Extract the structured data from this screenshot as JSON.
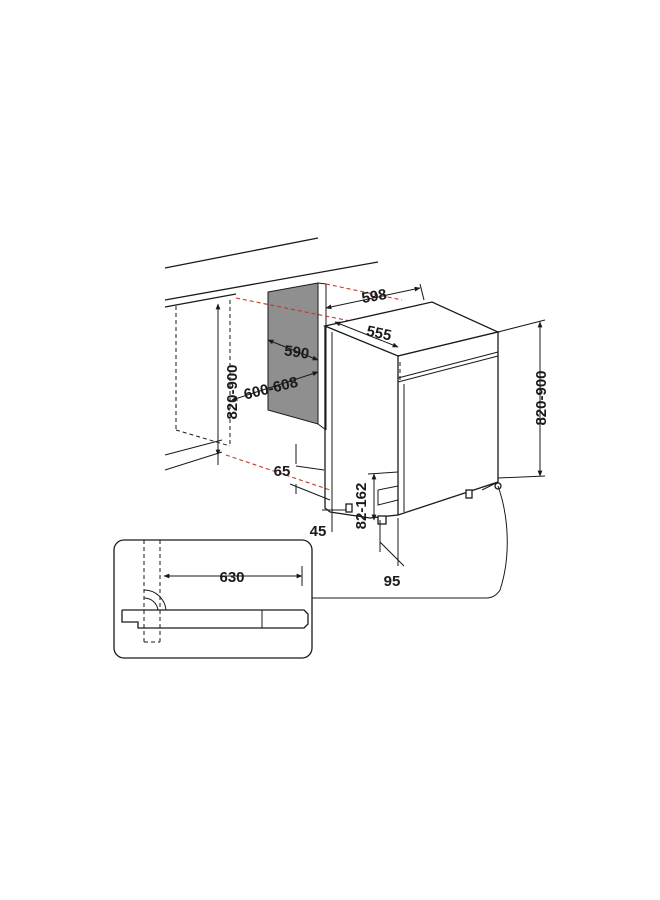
{
  "dimensions": {
    "cabinet_height": "820-900",
    "cabinet_width": "600-608",
    "cabinet_depth": "590",
    "appliance_width": "598",
    "appliance_depth": "555",
    "appliance_height": "820-900",
    "plinth_height": "82-162",
    "toe_kick_depth": "65",
    "front_offset": "45",
    "foot_offset": "95",
    "door_swing_clearance": "630"
  }
}
